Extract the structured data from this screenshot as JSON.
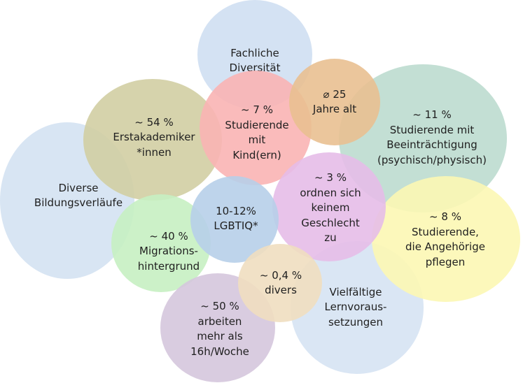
{
  "bubbles": [
    {
      "key": "fachlich",
      "lines": [
        "Fachliche",
        "Diversität"
      ],
      "color": "#cfdff2"
    },
    {
      "key": "diverse",
      "lines": [
        "Diverse",
        "Bildungsverläufe"
      ],
      "color": "#d4e2f2"
    },
    {
      "key": "vielf",
      "lines": [
        "Vielfältige",
        "Lernvoraus-",
        "setzungen"
      ],
      "color": "#d6e3f3"
    },
    {
      "key": "beeintr",
      "lines": [
        "~ 11 %",
        "Studierende mit",
        "Beeinträchtigung",
        "(psychisch/physisch)"
      ],
      "color": "#bcdccf"
    },
    {
      "key": "erstak",
      "lines": [
        "~ 54 %",
        "Erstakademiker",
        "*innen"
      ],
      "color": "#d2cea3"
    },
    {
      "key": "migration",
      "lines": [
        "~ 40 %",
        "Migrations-",
        "hintergrund"
      ],
      "color": "#c6f0c2"
    },
    {
      "key": "arbeiten",
      "lines": [
        "~ 50 %",
        "arbeiten",
        "mehr als",
        "16h/Woche"
      ],
      "color": "#d5c7dd"
    },
    {
      "key": "angehoerige",
      "lines": [
        "~ 8 %",
        "Studierende,",
        "die Angehörige",
        "pflegen"
      ],
      "color": "#fcf7b4"
    },
    {
      "key": "kind",
      "lines": [
        "~ 7 %",
        "Studierende",
        "mit",
        "Kind(ern)"
      ],
      "color": "#f9b4b4"
    },
    {
      "key": "alter",
      "lines": [
        "⌀ 25",
        "Jahre alt"
      ],
      "color": "#e9c091"
    },
    {
      "key": "geschlecht",
      "lines": [
        "~ 3 %",
        "ordnen sich",
        "keinem",
        "Geschlecht",
        "zu"
      ],
      "color": "#e6bde8"
    },
    {
      "key": "lgbtiq",
      "lines": [
        "10-12%",
        "LGBTIQ*"
      ],
      "color": "#b7cfe9"
    },
    {
      "key": "divers",
      "lines": [
        "~ 0,4 %",
        "divers"
      ],
      "color": "#f0dec0"
    }
  ]
}
